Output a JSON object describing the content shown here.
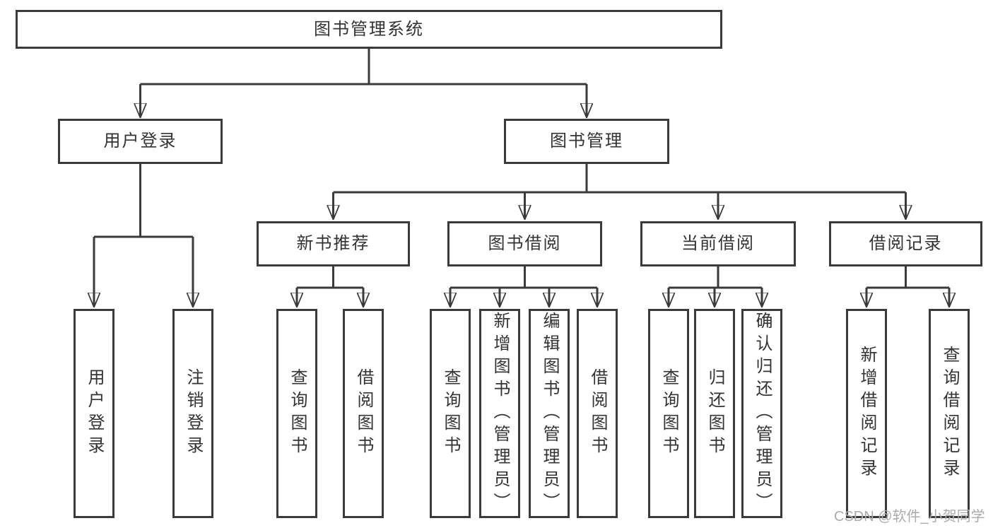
{
  "tree": {
    "label": "图书管理系统",
    "children": [
      {
        "label": "用户登录",
        "children": [
          {
            "label": "用户登录"
          },
          {
            "label": "注销登录"
          }
        ]
      },
      {
        "label": "图书管理",
        "children": [
          {
            "label": "新书推荐",
            "children": [
              {
                "label": "查询图书"
              },
              {
                "label": "借阅图书"
              }
            ]
          },
          {
            "label": "图书借阅",
            "children": [
              {
                "label": "查询图书"
              },
              {
                "label": "新增图书（管理员）"
              },
              {
                "label": "编辑图书（管理员）"
              },
              {
                "label": "借阅图书"
              }
            ]
          },
          {
            "label": "当前借阅",
            "children": [
              {
                "label": "查询图书"
              },
              {
                "label": "归还图书"
              },
              {
                "label": "确认归还（管理员）"
              }
            ]
          },
          {
            "label": "借阅记录",
            "children": [
              {
                "label": "新增借阅记录"
              },
              {
                "label": "查询借阅记录"
              }
            ]
          }
        ]
      }
    ]
  },
  "watermark": {
    "text": "CSDN @软件_小贺同学"
  },
  "colors": {
    "line": "#3a3a3a",
    "text": "#333333",
    "background": "#ffffff",
    "watermark": "#ababab"
  }
}
